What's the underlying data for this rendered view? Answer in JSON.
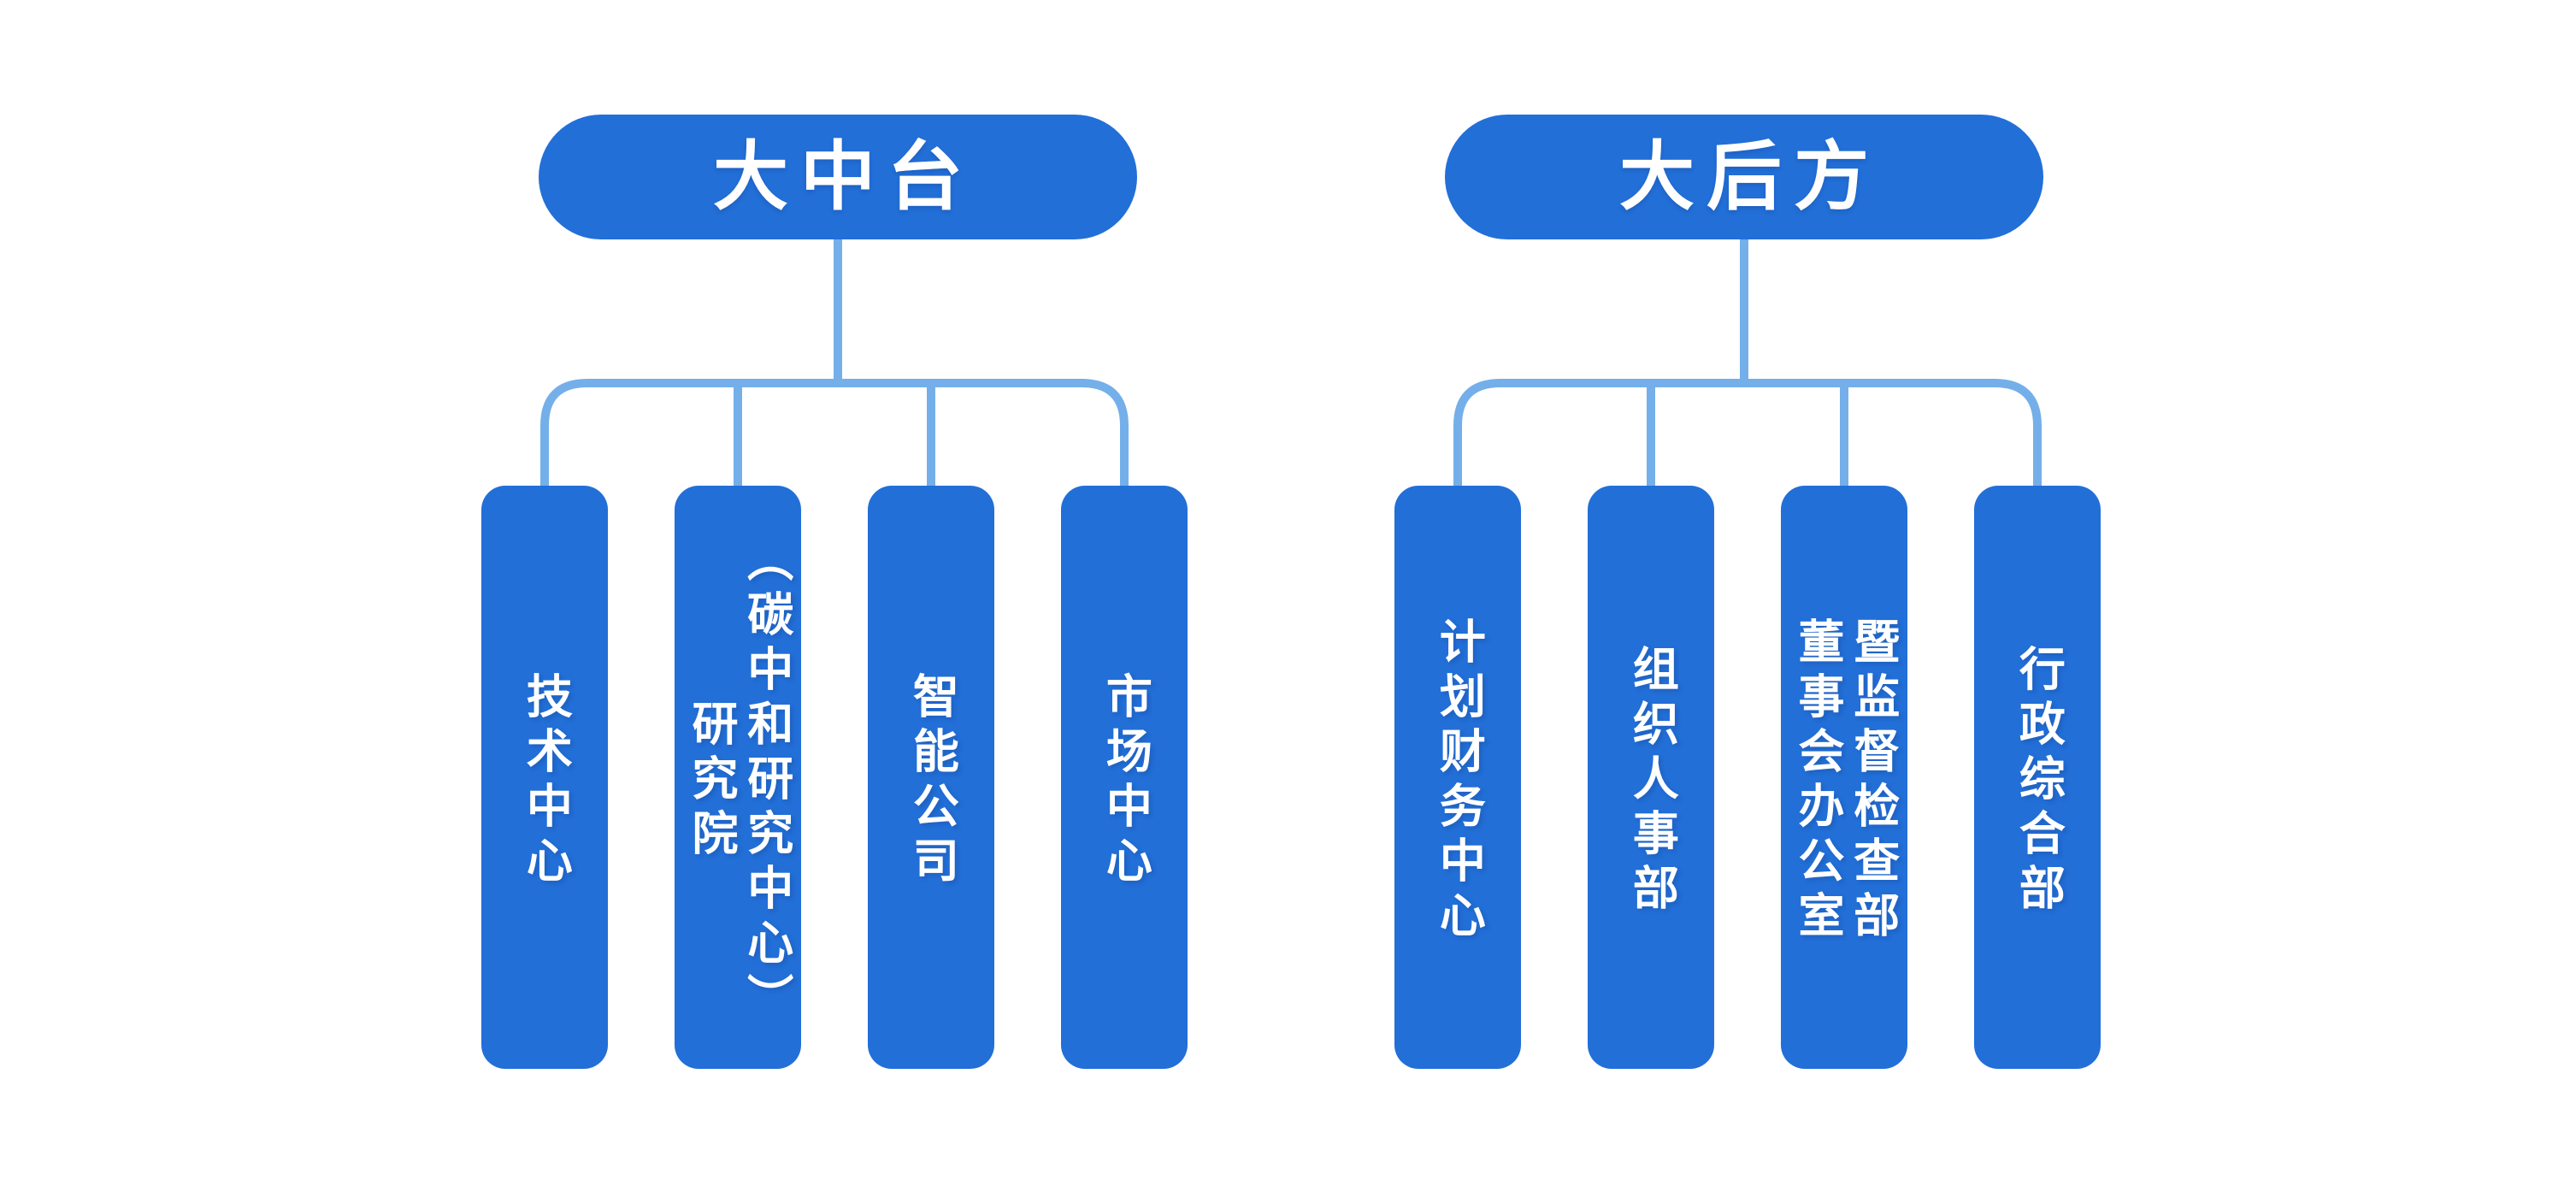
{
  "diagram": {
    "type": "org-chart",
    "background": "#FFFFFF",
    "colors": {
      "node_fill": "#226FD8",
      "node_text": "#FFFFFF",
      "connector": "#74AFE9"
    },
    "groups": [
      {
        "root": {
          "label": "大中台"
        },
        "children": [
          {
            "label": "技术中心"
          },
          {
            "label": "研究院\n（碳中和研究中心）"
          },
          {
            "label": "智能公司"
          },
          {
            "label": "市场中心"
          }
        ]
      },
      {
        "root": {
          "label": "大后方"
        },
        "children": [
          {
            "label": "计划财务中心"
          },
          {
            "label": "组织人事部"
          },
          {
            "label": "董事会办公室\n暨监督检查部"
          },
          {
            "label": "行政综合部"
          }
        ]
      }
    ]
  }
}
